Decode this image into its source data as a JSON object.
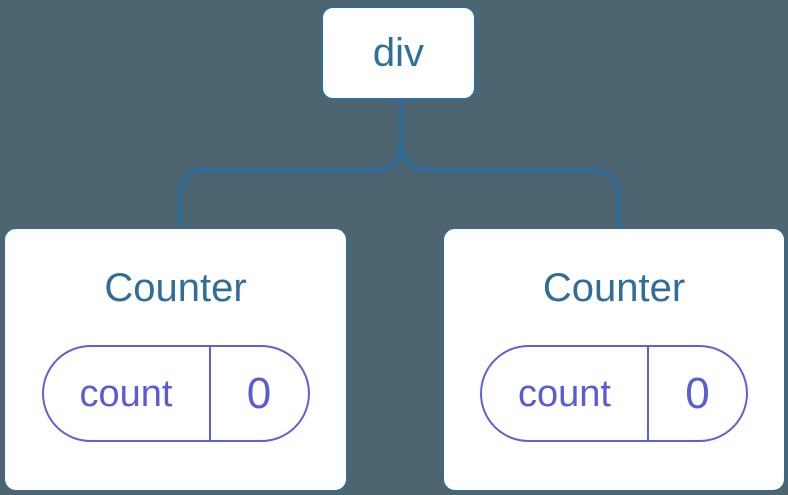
{
  "diagram": {
    "type": "component-tree",
    "root": {
      "label": "div"
    },
    "children": [
      {
        "title": "Counter",
        "state": {
          "key": "count",
          "value": "0"
        }
      },
      {
        "title": "Counter",
        "state": {
          "key": "count",
          "value": "0"
        }
      }
    ]
  },
  "colors": {
    "background": "#4C6570",
    "line_blue": "#2D6E9E",
    "text_blue": "#2F6F9C",
    "state_purple": "#5E61D6",
    "card_background": "#FFFFFF"
  }
}
